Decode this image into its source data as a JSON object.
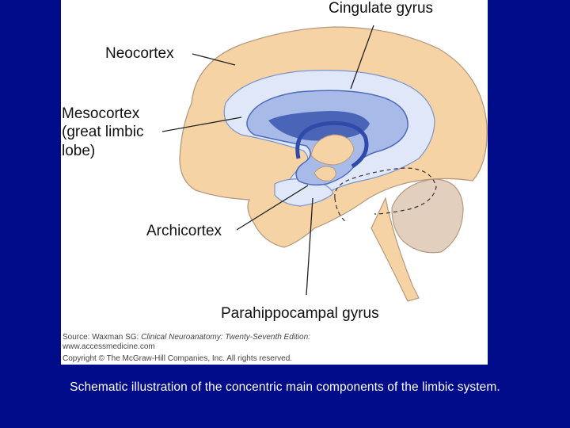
{
  "labels": {
    "cingulate": "Cingulate gyrus",
    "neocortex": "Neocortex",
    "mesocortex_1": "Mesocortex",
    "mesocortex_2": "(great limbic",
    "mesocortex_3": "lobe)",
    "archicortex": "Archicortex",
    "parahippocampal": "Parahippocampal gyrus"
  },
  "source": {
    "prefix": "Source:  Waxman SG: ",
    "book": "Clinical Neuroanatomy: Twenty-Seventh Edition:",
    "url": "www.accessmedicine.com",
    "copyright": "Copyright © The McGraw-Hill Companies, Inc. All rights reserved."
  },
  "caption": "Schematic illustration of the concentric main components of the limbic system.",
  "colors": {
    "background": "#000c8a",
    "brain": "#f6d3a5",
    "cerebellum": "#e2cfbe",
    "mesocortex": "#dfe7f8",
    "archicortex": "#6f8fd6",
    "core": "#4a64b8"
  }
}
